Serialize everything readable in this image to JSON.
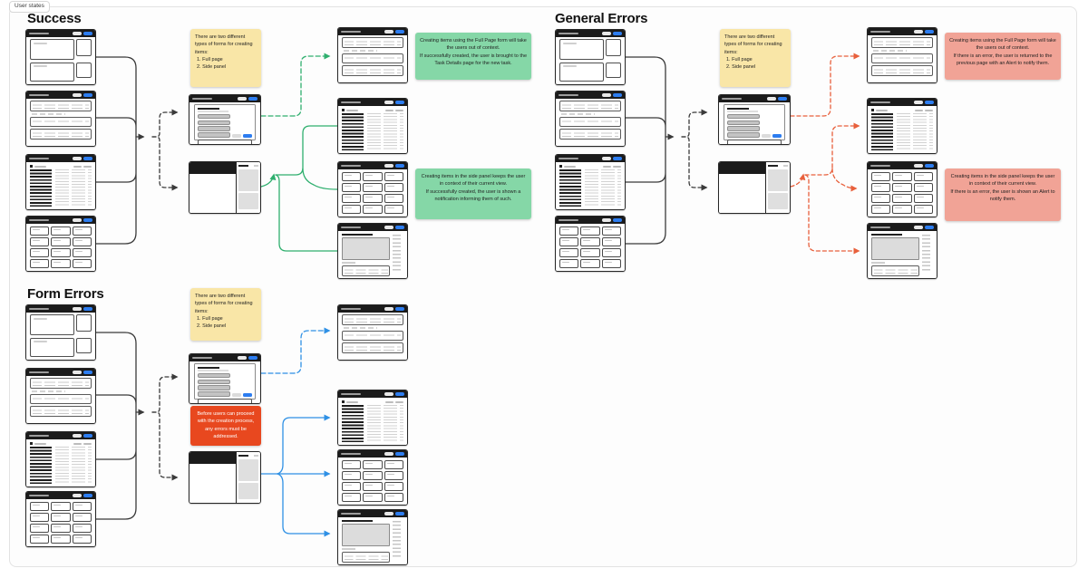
{
  "canvas": {
    "page_label": "User states"
  },
  "sections": {
    "success": {
      "title": "Success"
    },
    "general_errors": {
      "title": "General Errors"
    },
    "form_errors": {
      "title": "Form Errors"
    }
  },
  "notes": {
    "two_types": {
      "intro": "There are two different types of forms for creating items:",
      "item1": "1. Full page",
      "item2": "2. Side panel"
    },
    "success_full_page": "Creating items using the Full Page form will take the users out of context.\nIf successfully created, the user is brought to the Task Details page for the new task.",
    "success_side_panel": "Creating items in the side panel keeps the user in context of their current view.\nIf successfully created, the user is shown a notification informing them of such.",
    "error_full_page": "Creating items using the Full Page form will take the users out of context.\nIf there is an error, the user is returned to the previous page with an Alert to notify them.",
    "error_side_panel": "Creating items in the side panel keeps the user in context of their current view.\nIf there is an error, the user is shown an Alert to notify them.",
    "form_errors_blocker": "Before users can proceed with the creation process, any errors must be addressed."
  },
  "colors": {
    "sticky_yellow": "#F9E6A7",
    "sticky_green": "#85D7A7",
    "sticky_salmon": "#F1A396",
    "sticky_red": "#E8481F",
    "arrow_black": "#3A3A3A",
    "arrow_green": "#2FAF6E",
    "arrow_orange": "#E8603C",
    "arrow_blue": "#2E90E5",
    "window_header": "#1B1B1B",
    "accent_blue_pill": "#2D7DF0"
  }
}
